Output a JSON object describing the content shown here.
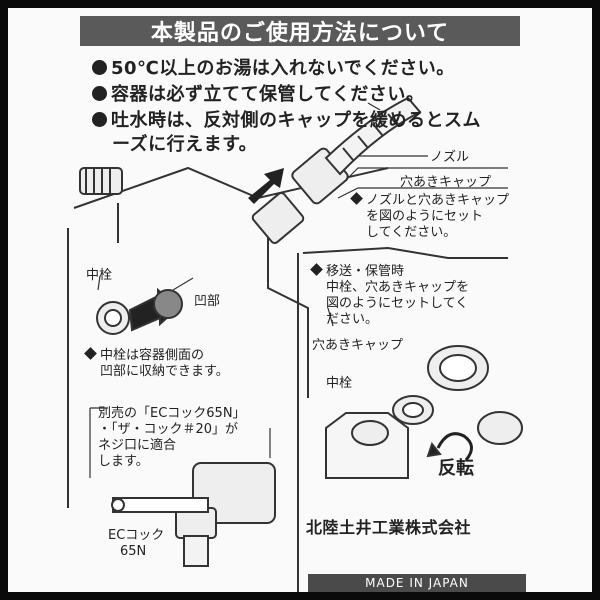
{
  "title": "本製品のご使用方法について",
  "notes": [
    "50℃以上のお湯は入れないでください。",
    "容器は必ず立てて保管してください。",
    "吐水時は、反対側のキャップを緩めるとスム",
    "ーズに行えます。"
  ],
  "labels": {
    "nozzle": "ノズル",
    "vented_cap": "穴あきキャップ",
    "nozzle_note_1": "ノズルと穴あきキャップ",
    "nozzle_note_2": "を図のようにセット",
    "nozzle_note_3": "してください。",
    "plug": "中栓",
    "recess": "凹部",
    "plug_note_1": "中栓は容器側面の",
    "plug_note_2": "凹部に収納できます。",
    "transport_1": "移送・保管時",
    "transport_2": "中栓、穴あきキャップを",
    "transport_3": "図のようにセットしてく",
    "transport_4": "ださい。",
    "vented_cap_2": "穴あきキャップ",
    "plug_2": "中栓",
    "reverse": "反転",
    "cock_1": "別売の「ECコック65N」",
    "cock_2": "・「ザ・コック＃20」が",
    "cock_3": "ネジ口に適合",
    "cock_4": "します。",
    "ec_1": "ECコック",
    "ec_2": "65N"
  },
  "maker": "北陸土井工業株式会社",
  "made_in": "MADE IN JAPAN",
  "colors": {
    "bar": "#5a5a5a",
    "ink": "#222222",
    "frame": "#0a0a0a"
  }
}
